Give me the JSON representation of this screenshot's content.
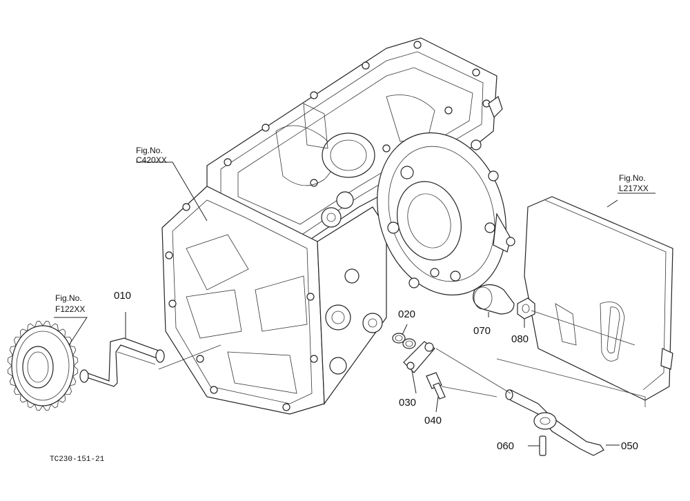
{
  "figure_refs": [
    {
      "fig": "Fig.No.",
      "code": "C420XX"
    },
    {
      "fig": "Fig.No.",
      "code": "L217XX"
    },
    {
      "fig": "Fig.No.",
      "code": "F122XX"
    }
  ],
  "part_labels": {
    "p010": "010",
    "p020": "020",
    "p030": "030",
    "p040": "040",
    "p050": "050",
    "p060": "060",
    "p070": "070",
    "p080": "080"
  },
  "drawing_code": "TC230-151-21"
}
